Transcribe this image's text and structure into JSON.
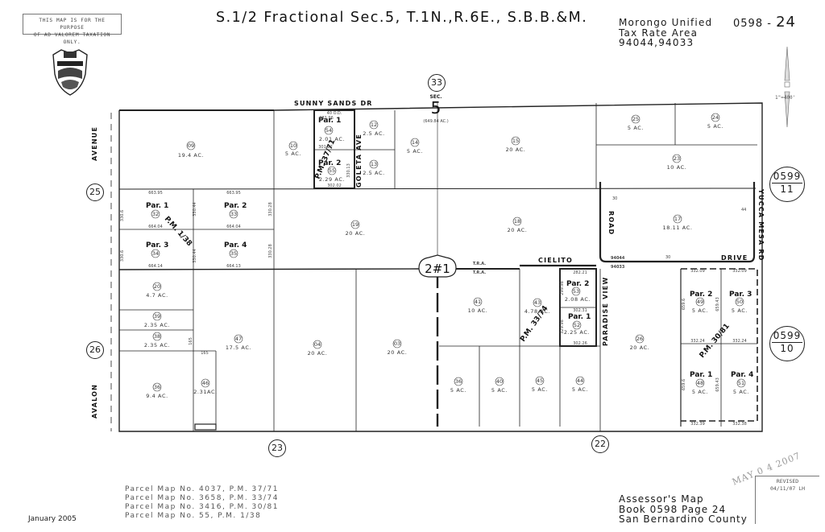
{
  "header": {
    "disclaimer": [
      "THIS MAP IS FOR THE PURPOSE",
      "OF AD VALOREM TAXATION ONLY."
    ],
    "title": "S.1/2 Fractional Sec.5, T.1N.,R.6E., S.B.B.&M.",
    "school_district": "Morongo Unified",
    "tax_rate_area_label": "Tax Rate Area",
    "tax_rate_areas": "94044,94033",
    "map_number_prefix": "0598 -",
    "map_number_page": "24",
    "seal": "county-of-san-bernardino-seal-icon"
  },
  "scale": {
    "label": "1\"=400'"
  },
  "section": {
    "adjacent_page": "33",
    "sec_label": "SEC.",
    "sec_number": "5",
    "acreage": "(649.84 AC.)"
  },
  "streets": {
    "north": "SUNNY SANDS DR",
    "west_upper": "AVENUE",
    "west_lower": "AVALON",
    "goleta": "GOLETA AVE",
    "cielito": "CIELITO",
    "drive": "DRIVE",
    "road": "ROAD",
    "paradise_view": "PARADISE VIEW",
    "yucca_mesa": "YUCCA MESA RD"
  },
  "tra_boundary": {
    "label_upper": "T.R.A.",
    "label_lower": "T.R.A.",
    "tra_north": "94044",
    "tra_south": "94033",
    "marker": "2#1"
  },
  "adjacent_pages": [
    {
      "id": "25",
      "position": "west-upper"
    },
    {
      "id": "26",
      "position": "west-lower"
    },
    {
      "id": "23",
      "position": "south-west"
    },
    {
      "id": "22",
      "position": "south-east"
    }
  ],
  "adjacent_books": [
    {
      "book": "0599",
      "page": "11"
    },
    {
      "book": "0599",
      "page": "10"
    }
  ],
  "parcels": [
    {
      "num": "09",
      "acres": "19.4 AC."
    },
    {
      "num": "10",
      "acres": "5 AC."
    },
    {
      "num": "54",
      "acres": "2.01 AC.",
      "par": "Par. 1"
    },
    {
      "num": "55",
      "acres": "2.29 AC.",
      "par": "Par. 2"
    },
    {
      "num": "12",
      "acres": "2.5 AC."
    },
    {
      "num": "13",
      "acres": "2.5 AC."
    },
    {
      "num": "14",
      "acres": "5 AC."
    },
    {
      "num": "15",
      "acres": "20 AC."
    },
    {
      "num": "25",
      "acres": "5 AC."
    },
    {
      "num": "24",
      "acres": "5 AC."
    },
    {
      "num": "23",
      "acres": "10 AC."
    },
    {
      "num": "32",
      "acres": "",
      "par": "Par. 1"
    },
    {
      "num": "33",
      "acres": "",
      "par": "Par. 2"
    },
    {
      "num": "34",
      "acres": "",
      "par": "Par. 3"
    },
    {
      "num": "35",
      "acres": "",
      "par": "Par. 4"
    },
    {
      "num": "19",
      "acres": "20 AC."
    },
    {
      "num": "18",
      "acres": "20 AC."
    },
    {
      "num": "17",
      "acres": "18.11 AC."
    },
    {
      "num": "20",
      "acres": "4.7 AC."
    },
    {
      "num": "39",
      "acres": "2.35 AC."
    },
    {
      "num": "38",
      "acres": "2.35 AC."
    },
    {
      "num": "36",
      "acres": "9.4 AC."
    },
    {
      "num": "46",
      "acres": "2.31AC."
    },
    {
      "num": "47",
      "acres": "17.5 AC."
    },
    {
      "num": "04",
      "acres": "20 AC."
    },
    {
      "num": "03",
      "acres": "20 AC."
    },
    {
      "num": "41",
      "acres": "10 AC."
    },
    {
      "num": "43",
      "acres": "4.78 AC."
    },
    {
      "num": "53",
      "acres": "2.08 AC.",
      "par": "Par. 2"
    },
    {
      "num": "52",
      "acres": "2.25 AC.",
      "par": "Par. 1"
    },
    {
      "num": "26",
      "acres": "20 AC."
    },
    {
      "num": "49",
      "acres": "5 AC.",
      "par": "Par. 2"
    },
    {
      "num": "50",
      "acres": "5 AC.",
      "par": "Par. 3"
    },
    {
      "num": "48",
      "acres": "5 AC.",
      "par": "Par. 1"
    },
    {
      "num": "51",
      "acres": "5 AC.",
      "par": "Par. 4"
    },
    {
      "num": "36b",
      "acres": "5 AC.",
      "label": "36"
    },
    {
      "num": "40",
      "acres": "5 AC."
    },
    {
      "num": "45",
      "acres": "5 AC."
    },
    {
      "num": "44",
      "acres": "5 AC."
    }
  ],
  "parcel_maps_labels": [
    "P.M. 37/71",
    "P.M. 1/38",
    "P.M. 33/74",
    "P.M. 30/81"
  ],
  "dimensions": {
    "pm1_38": [
      "663.95",
      "663.95",
      "664.04",
      "664.04",
      "664.14",
      "664.13",
      "330.6",
      "330.6",
      "330.44",
      "330.44",
      "330.28",
      "330.28"
    ],
    "pm37_71": [
      "40 O.D.",
      "281.96",
      "301.92",
      "302.02",
      "330.13"
    ],
    "pm33_74": [
      "282.21",
      "302.31",
      "302.26",
      "299.98",
      "329.98"
    ],
    "pm30_81": [
      "332.09",
      "332.09",
      "332.24",
      "332.24",
      "332.39",
      "332.38",
      "659.6",
      "659.6",
      "659.43",
      "659.43"
    ],
    "misc": [
      "30",
      "30",
      "44",
      "165",
      "165"
    ]
  },
  "footer": {
    "date": "January 2005",
    "parcel_maps": [
      "Parcel Map No. 4037, P.M. 37/71",
      "Parcel Map No. 3658, P.M. 33/74",
      "Parcel Map No. 3416, P.M. 30/81",
      "Parcel Map No. 55, P.M. 1/38"
    ],
    "stamp": "MAY 0 4 2007",
    "revised_label": "REVISED",
    "revised_value": "04/11/07 LH",
    "assessor_title": "Assessor's Map",
    "book_page": "Book 0598 Page 24",
    "county": "San Bernardino County"
  }
}
